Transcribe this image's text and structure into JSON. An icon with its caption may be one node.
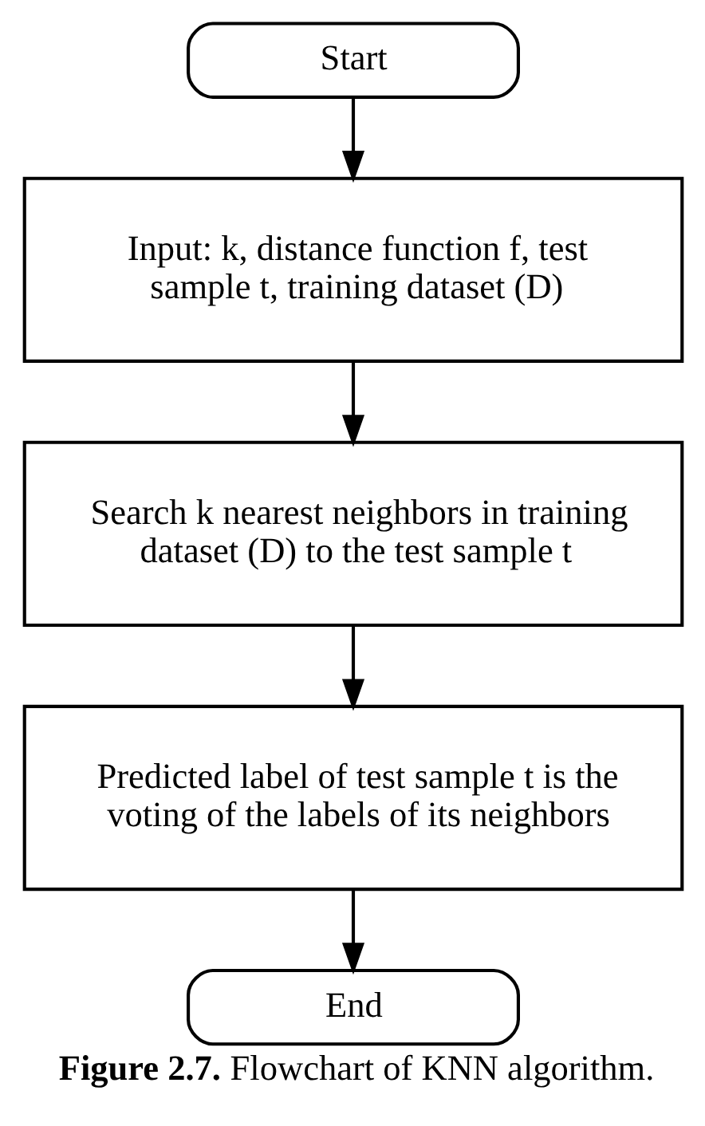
{
  "diagram": {
    "caption": "**Figure 2.7.** Flowchart of KNN algorithm.",
    "nodes": [
      {
        "text": [
          "Start"
        ]
      },
      {
        "text": [
          "Input: k, distance function f, test sample t, training dataset (D)"
        ]
      },
      {
        "text": [
          "Search k nearest neighbors in training dataset (D) to the test sample t"
        ]
      },
      {
        "text": [
          "Predicted label of test sample t is the voting of the labels of its neighbors"
        ]
      },
      {
        "text": [
          "End"
        ]
      }
    ],
    "edges": [
      {
        "from": 0,
        "to": 1,
        "arrow": "to"
      },
      {
        "from": 1,
        "to": 2,
        "arrow": "to"
      },
      {
        "from": 2,
        "to": 3,
        "arrow": "to"
      },
      {
        "from": 3,
        "to": 4,
        "arrow": "to"
      }
    ]
  }
}
